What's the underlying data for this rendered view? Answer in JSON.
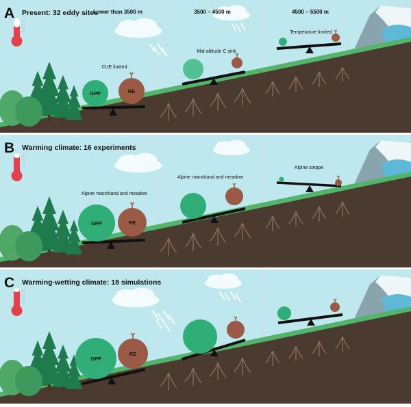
{
  "zones": {
    "low": "Lower than 3500 m",
    "mid": "3500 – 4500 m",
    "high": "4500 – 5500 m"
  },
  "panels": [
    {
      "letter": "A",
      "title": "Present: 32 eddy sites",
      "labels": [
        "CUE limited",
        "Mid-altitude C sink",
        "Temperature limited"
      ],
      "gpp": "GPP",
      "re": "RE"
    },
    {
      "letter": "B",
      "title": "Warming climate: 16 experiments",
      "labels": [
        "Alpine marshland and meadow",
        "Alpine marshland and meadow",
        "Alpine steppe"
      ],
      "gpp": "GPP",
      "re": "RE"
    },
    {
      "letter": "C",
      "title": "Warming-wetting climate: 18 simulations",
      "labels": [
        "",
        "",
        ""
      ],
      "gpp": "GPP",
      "re": "RE"
    }
  ],
  "colors": {
    "sky": "#bfe8ee",
    "soil": "#4a3a30",
    "grass": "#52b56a",
    "gpp": "#2fae78",
    "re": "#9a5a45",
    "thermometer": "#e8404a",
    "divider": "#c8dfe3"
  },
  "icons": [
    "thermometer-icon",
    "cloud-icon",
    "rain-icon",
    "tree-icon",
    "mountain-icon",
    "glacier-icon",
    "seesaw-icon",
    "root-icon"
  ]
}
